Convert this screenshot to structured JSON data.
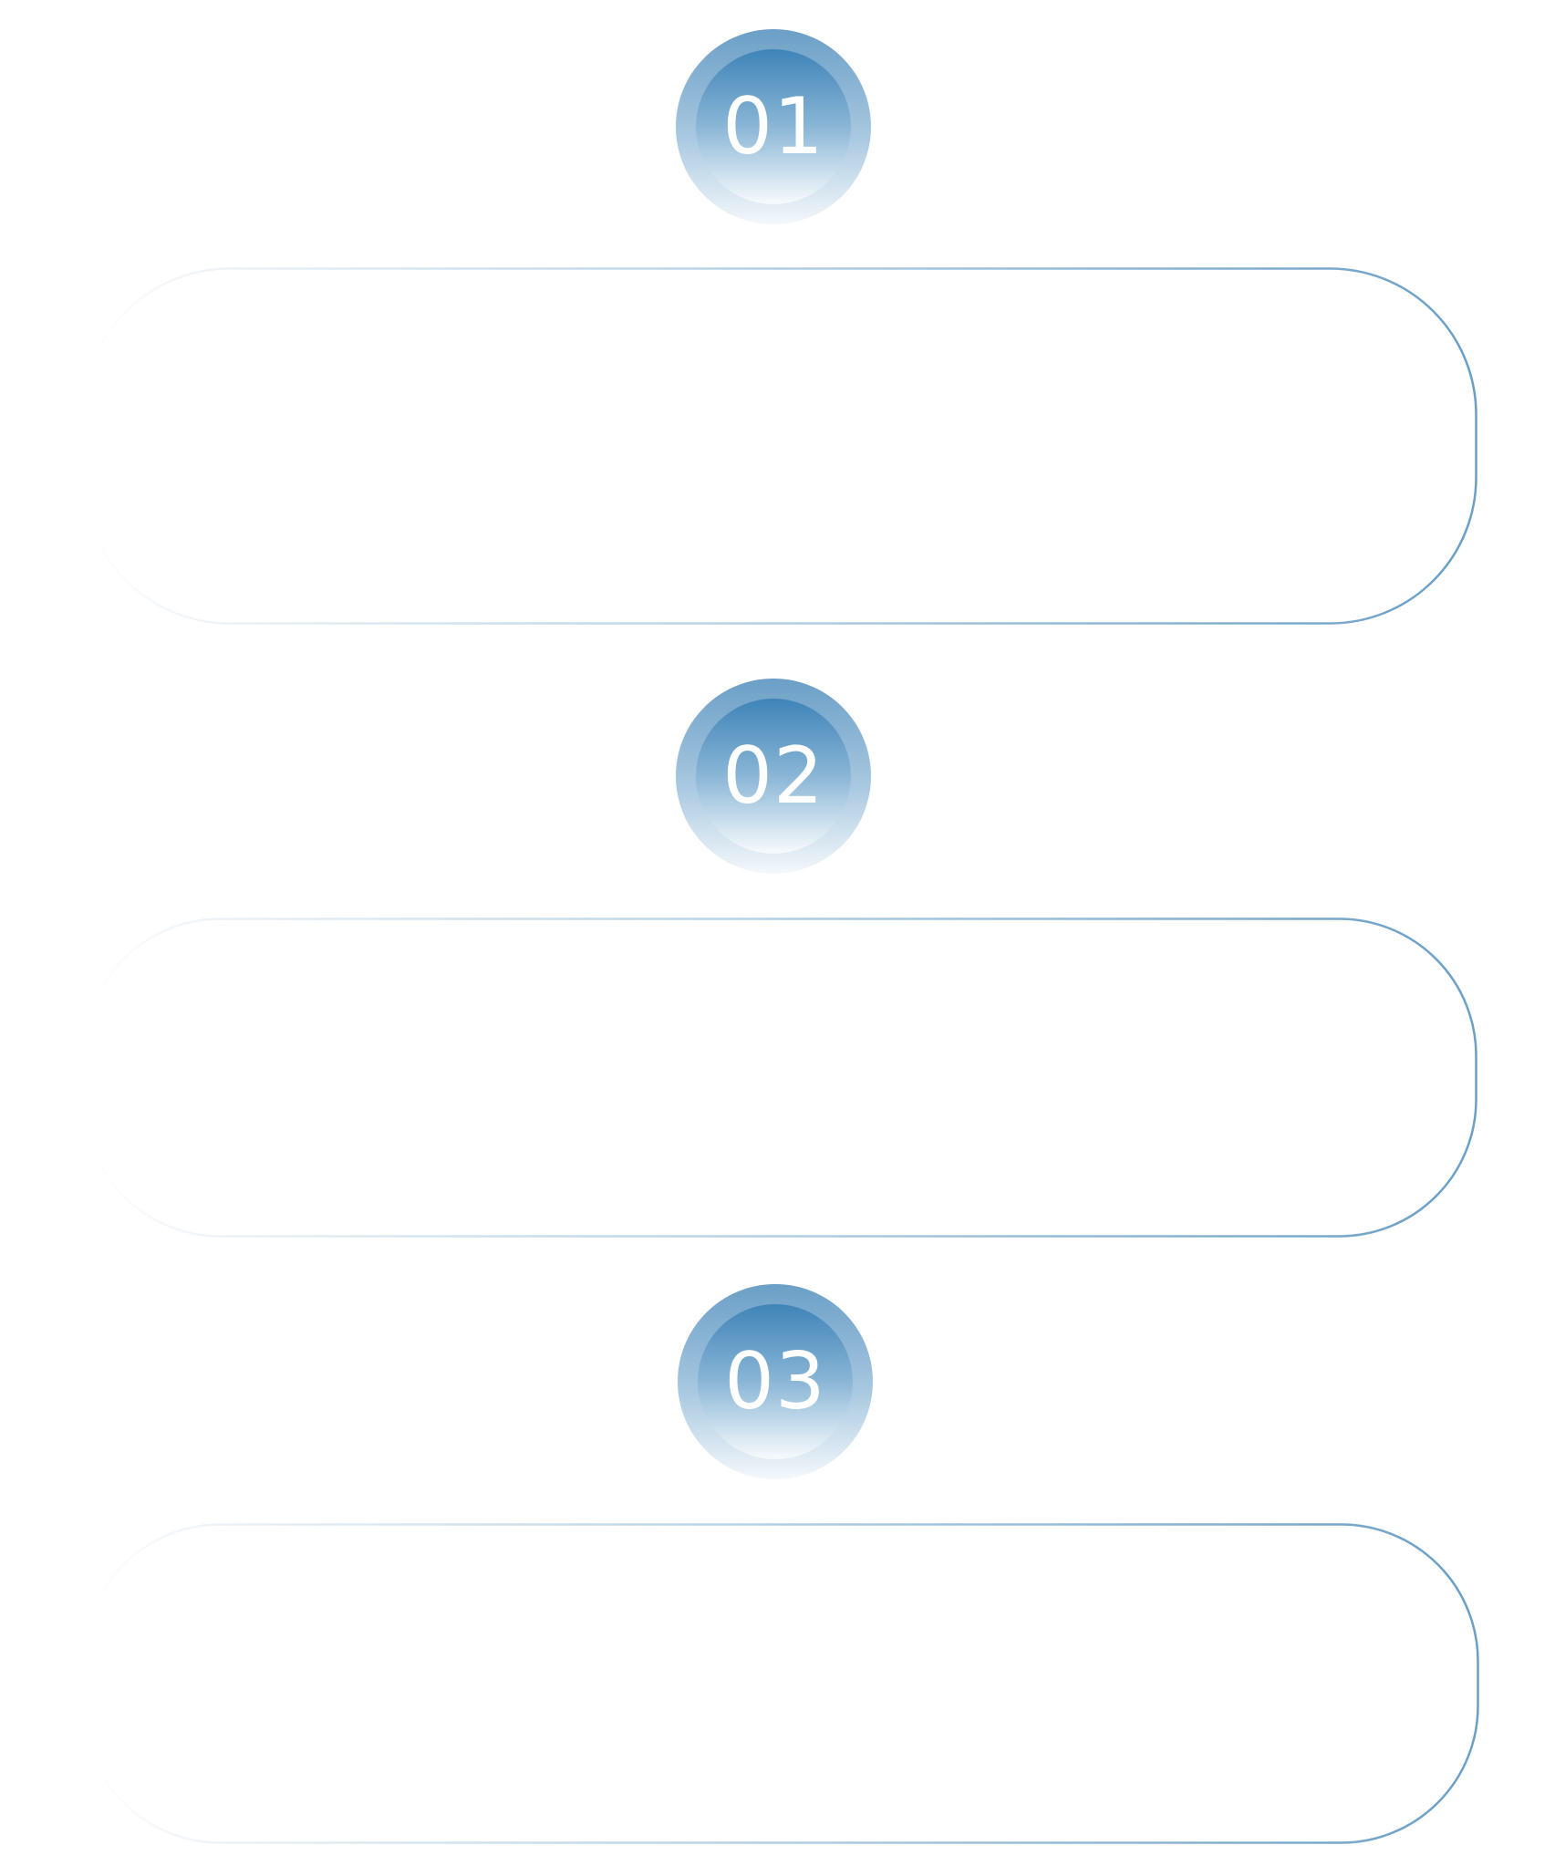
{
  "steps": [
    {
      "number": "01"
    },
    {
      "number": "02"
    },
    {
      "number": "03"
    }
  ],
  "colors": {
    "badge_dark": "#3f84b8",
    "badge_light": "#f4f8fb",
    "outline": "#6a9fc6",
    "outline_faded": "#eef3f7"
  }
}
